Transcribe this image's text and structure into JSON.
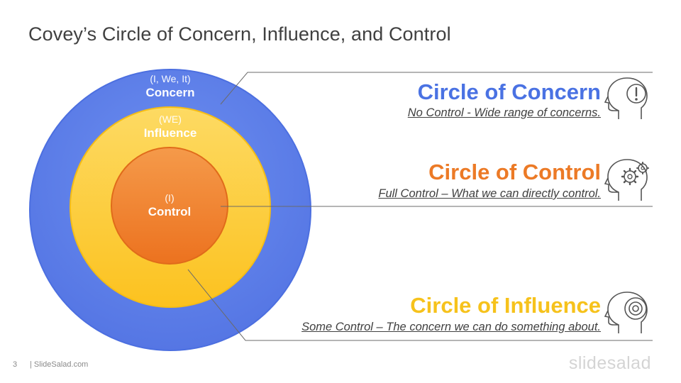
{
  "title": "Covey’s Circle of Concern, Influence, and Control",
  "colors": {
    "concern": "#5b7ee6",
    "influence": "#fcc72a",
    "control": "#f07d2a",
    "concern_heading": "#4a72e3",
    "control_heading": "#ec7a26",
    "influence_heading": "#f6c21c"
  },
  "circles": {
    "concern": {
      "sub": "(I, We, It)",
      "label": "Concern"
    },
    "influence": {
      "sub": "(WE)",
      "label": "Influence"
    },
    "control": {
      "sub": "(I)",
      "label": "Control"
    }
  },
  "callouts": [
    {
      "heading": "Circle of Concern",
      "description": "No Control -  Wide range of concerns.",
      "icon": "head-exclamation-icon"
    },
    {
      "heading": "Circle of Control",
      "description": "Full Control – What we can directly control.",
      "icon": "head-gear-icon"
    },
    {
      "heading": "Circle of Influence",
      "description": "Some Control – The concern we can do something about.",
      "icon": "head-target-icon"
    }
  ],
  "footer": {
    "page": "3",
    "site": "| SlideSalad.com",
    "brand": "slidesalad"
  }
}
